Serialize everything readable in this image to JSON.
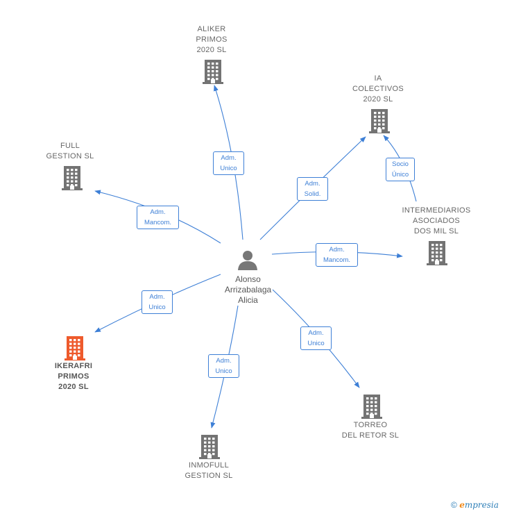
{
  "person": {
    "name": "Alonso\nArrizabalaga\nAlicia"
  },
  "companies": [
    {
      "id": "aliker",
      "name": "ALIKER\nPRIMOS\n2020  SL",
      "color": "#737373"
    },
    {
      "id": "ia",
      "name": "IA\nCOLECTIVOS\n2020  SL",
      "color": "#737373"
    },
    {
      "id": "full",
      "name": "FULL\nGESTION  SL",
      "color": "#737373"
    },
    {
      "id": "intermediarios",
      "name": "INTERMEDIARIOS\nASOCIADOS\nDOS MIL  SL",
      "color": "#737373"
    },
    {
      "id": "ikerafri",
      "name": "IKERAFRI\nPRIMOS\n2020  SL",
      "color": "#ee5a2c"
    },
    {
      "id": "torreo",
      "name": "TORREO\nDEL RETOR SL",
      "color": "#737373"
    },
    {
      "id": "inmofull",
      "name": "INMOFULL\nGESTION  SL",
      "color": "#737373"
    }
  ],
  "edges": [
    {
      "to": "aliker",
      "label": "Adm.\nUnico"
    },
    {
      "to": "ia",
      "label": "Adm.\nSolid."
    },
    {
      "to": "full",
      "label": "Adm.\nMancom."
    },
    {
      "to": "intermediarios",
      "label": "Adm.\nMancom."
    },
    {
      "to": "ikerafri",
      "label": "Adm.\nUnico"
    },
    {
      "to": "torreo",
      "label": "Adm.\nUnico"
    },
    {
      "to": "inmofull",
      "label": "Adm.\nUnico"
    },
    {
      "from": "intermediarios",
      "to": "ia",
      "label": "Socio\nÚnico"
    }
  ],
  "footer": {
    "copyright": "©",
    "brand_e": "e",
    "brand_rest": "mpresia"
  },
  "colors": {
    "edge": "#3d7fd6",
    "highlight": "#ee5a2c",
    "building": "#737373"
  }
}
